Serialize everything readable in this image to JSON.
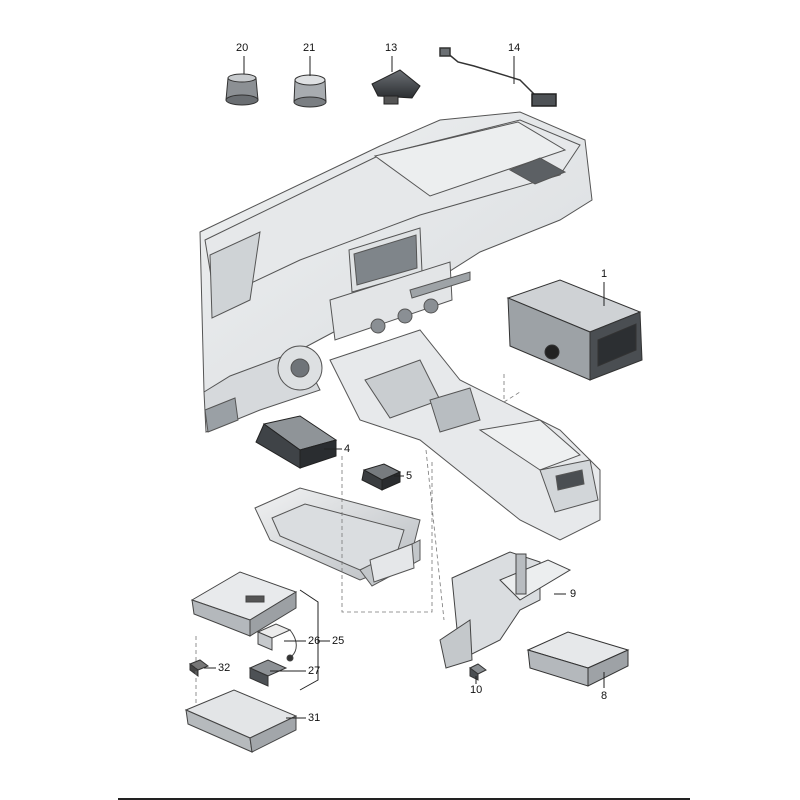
{
  "diagram": {
    "callouts": {
      "c20": "20",
      "c21": "21",
      "c13": "13",
      "c14": "14",
      "c1": "1",
      "c4": "4",
      "c5": "5",
      "c9": "9",
      "c26": "26",
      "c25": "25",
      "c27": "27",
      "c32": "32",
      "c31": "31",
      "c10": "10",
      "c8": "8"
    },
    "parts": [
      {
        "id": "20",
        "icon": "knob-icon"
      },
      {
        "id": "21",
        "icon": "knob-icon"
      },
      {
        "id": "13",
        "icon": "shark-fin-antenna-icon"
      },
      {
        "id": "14",
        "icon": "antenna-cable-icon"
      },
      {
        "id": "1",
        "icon": "radio-unit-icon"
      },
      {
        "id": "4",
        "icon": "control-module-icon"
      },
      {
        "id": "5",
        "icon": "connector-icon"
      },
      {
        "id": "9",
        "icon": "mounting-bracket-icon"
      },
      {
        "id": "8",
        "icon": "control-unit-icon"
      },
      {
        "id": "10",
        "icon": "nut-icon"
      },
      {
        "id": "25",
        "icon": "module-assembly-icon"
      },
      {
        "id": "26",
        "icon": "module-icon"
      },
      {
        "id": "27",
        "icon": "cover-icon"
      },
      {
        "id": "31",
        "icon": "bracket-icon"
      },
      {
        "id": "32",
        "icon": "nut-icon"
      }
    ]
  }
}
